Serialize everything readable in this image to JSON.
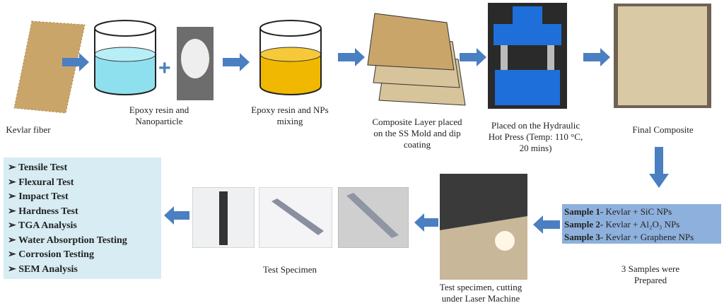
{
  "steps": {
    "kevlar": "Kevlar  fiber",
    "epoxy_np_1": "Epoxy resin and",
    "epoxy_np_2": "Nanoparticle",
    "mixing_1": "Epoxy resin and NPs",
    "mixing_2": "mixing",
    "layer_1": "Composite Layer placed",
    "layer_2": "on the SS Mold and dip",
    "layer_3": "coating",
    "press_1": "Placed on the Hydraulic",
    "press_2": "Hot Press (Temp: 110 °C,",
    "press_3": "20 mins)",
    "final": "Final Composite",
    "prepared_1": "3 Samples were",
    "prepared_2": "Prepared",
    "laser_1": "Test specimen, cutting",
    "laser_2": "under Laser Machine",
    "specimen": "Test Specimen"
  },
  "samples": [
    {
      "label": "Sample 1-",
      "text": "Kevlar + SiC NPs"
    },
    {
      "label": "Sample 2-",
      "text": "Kevlar + Al₂O₃ NPs"
    },
    {
      "label": "Sample 3-",
      "text": "Kevlar + Graphene NPs"
    }
  ],
  "tests": [
    "Tensile Test",
    "Flexural Test",
    "Impact Test",
    "Hardness  Test",
    "TGA Analysis",
    "Water Absorption Testing",
    "Corrosion Testing",
    "SEM Analysis"
  ],
  "colors": {
    "arrow": "#4a7fc1",
    "sample_box": "#8eb0dc",
    "test_box": "#d7ecf3",
    "resin": "#8fe0ee",
    "mix": "#f0b800"
  }
}
